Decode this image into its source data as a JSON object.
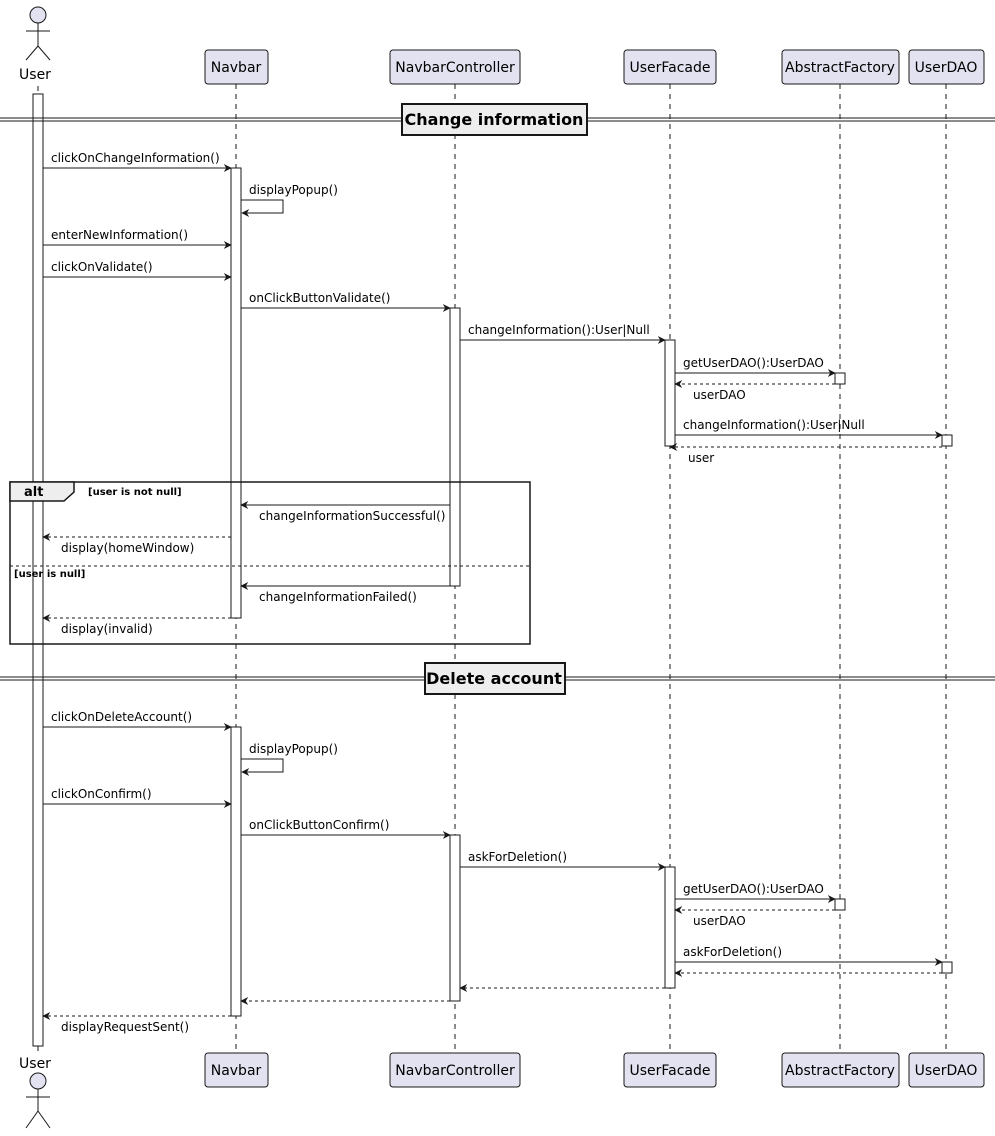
{
  "participants": [
    {
      "id": "user",
      "label": "User",
      "kind": "actor"
    },
    {
      "id": "navbar",
      "label": "Navbar",
      "kind": "participant"
    },
    {
      "id": "navbarcontroller",
      "label": "NavbarController",
      "kind": "participant"
    },
    {
      "id": "userfacade",
      "label": "UserFacade",
      "kind": "participant"
    },
    {
      "id": "abstractfactory",
      "label": "AbstractFactory",
      "kind": "participant"
    },
    {
      "id": "userdao",
      "label": "UserDAO",
      "kind": "participant"
    }
  ],
  "dividers": [
    {
      "label": "Change information"
    },
    {
      "label": "Delete account"
    }
  ],
  "alt": {
    "title": "alt",
    "guards": [
      "[user is not null]",
      "[user is null]"
    ]
  },
  "messages": [
    {
      "label": "clickOnChangeInformation()",
      "from": "user",
      "to": "navbar",
      "style": "sync"
    },
    {
      "label": "displayPopup()",
      "from": "navbar",
      "to": "navbar",
      "style": "self"
    },
    {
      "label": "enterNewInformation()",
      "from": "user",
      "to": "navbar",
      "style": "sync"
    },
    {
      "label": "clickOnValidate()",
      "from": "user",
      "to": "navbar",
      "style": "sync"
    },
    {
      "label": "onClickButtonValidate()",
      "from": "navbar",
      "to": "navbarcontroller",
      "style": "sync"
    },
    {
      "label": "changeInformation():User|Null",
      "from": "navbarcontroller",
      "to": "userfacade",
      "style": "sync"
    },
    {
      "label": "getUserDAO():UserDAO",
      "from": "userfacade",
      "to": "abstractfactory",
      "style": "sync"
    },
    {
      "label": "userDAO",
      "from": "abstractfactory",
      "to": "userfacade",
      "style": "return"
    },
    {
      "label": "changeInformation():User|Null",
      "from": "userfacade",
      "to": "userdao",
      "style": "sync"
    },
    {
      "label": "user",
      "from": "userdao",
      "to": "userfacade",
      "style": "return"
    },
    {
      "label": "changeInformationSuccessful()",
      "from": "navbarcontroller",
      "to": "navbar",
      "style": "sync"
    },
    {
      "label": "display(homeWindow)",
      "from": "navbar",
      "to": "user",
      "style": "return"
    },
    {
      "label": "changeInformationFailed()",
      "from": "navbarcontroller",
      "to": "navbar",
      "style": "sync"
    },
    {
      "label": "display(invalid)",
      "from": "navbar",
      "to": "user",
      "style": "return"
    },
    {
      "label": "clickOnDeleteAccount()",
      "from": "user",
      "to": "navbar",
      "style": "sync"
    },
    {
      "label": "displayPopup()",
      "from": "navbar",
      "to": "navbar",
      "style": "self"
    },
    {
      "label": "clickOnConfirm()",
      "from": "user",
      "to": "navbar",
      "style": "sync"
    },
    {
      "label": "onClickButtonConfirm()",
      "from": "navbar",
      "to": "navbarcontroller",
      "style": "sync"
    },
    {
      "label": "askForDeletion()",
      "from": "navbarcontroller",
      "to": "userfacade",
      "style": "sync"
    },
    {
      "label": "getUserDAO():UserDAO",
      "from": "userfacade",
      "to": "abstractfactory",
      "style": "sync"
    },
    {
      "label": "userDAO",
      "from": "abstractfactory",
      "to": "userfacade",
      "style": "return"
    },
    {
      "label": "askForDeletion()",
      "from": "userfacade",
      "to": "userdao",
      "style": "sync"
    },
    {
      "label": "",
      "from": "userdao",
      "to": "userfacade",
      "style": "return"
    },
    {
      "label": "",
      "from": "userfacade",
      "to": "navbarcontroller",
      "style": "return"
    },
    {
      "label": "",
      "from": "navbarcontroller",
      "to": "navbar",
      "style": "return"
    },
    {
      "label": "displayRequestSent()",
      "from": "navbar",
      "to": "user",
      "style": "return"
    }
  ],
  "colors": {
    "participant_fill": "#e2e2f0",
    "participant_stroke": "#181818",
    "line": "#181818",
    "lifeline": "#181818",
    "activation_fill": "#ffffff",
    "divider_fill": "#eeeeee",
    "alt_tab_fill": "#eeeeee",
    "background": "#ffffff"
  }
}
